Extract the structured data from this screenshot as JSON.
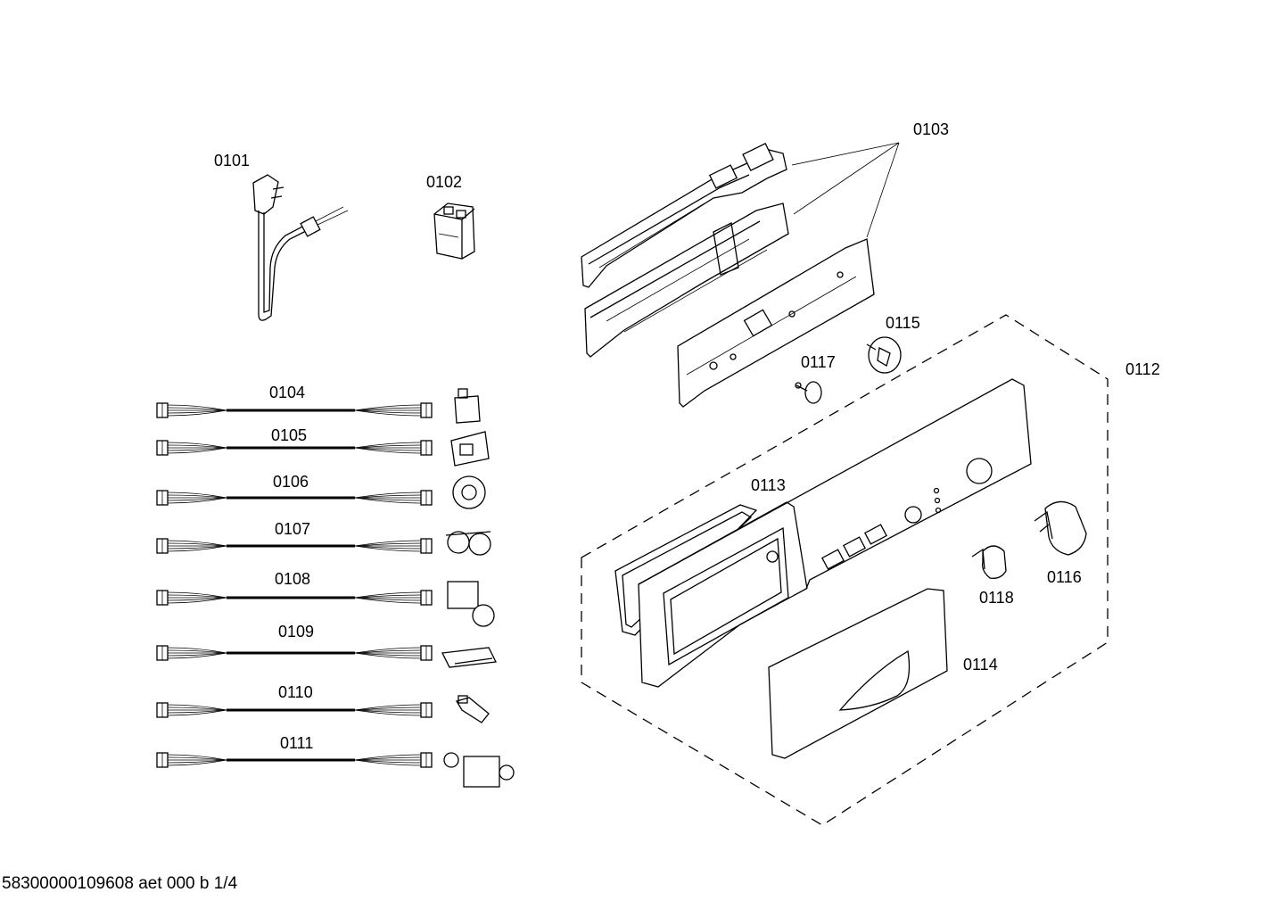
{
  "parts": {
    "p0101": "0101",
    "p0102": "0102",
    "p0103": "0103",
    "p0104": "0104",
    "p0105": "0105",
    "p0106": "0106",
    "p0107": "0107",
    "p0108": "0108",
    "p0109": "0109",
    "p0110": "0110",
    "p0111": "0111",
    "p0112": "0112",
    "p0113": "0113",
    "p0114": "0114",
    "p0115": "0115",
    "p0116": "0116",
    "p0117": "0117",
    "p0118": "0118"
  },
  "footer": "58300000109608 aet 000 b 1/4"
}
